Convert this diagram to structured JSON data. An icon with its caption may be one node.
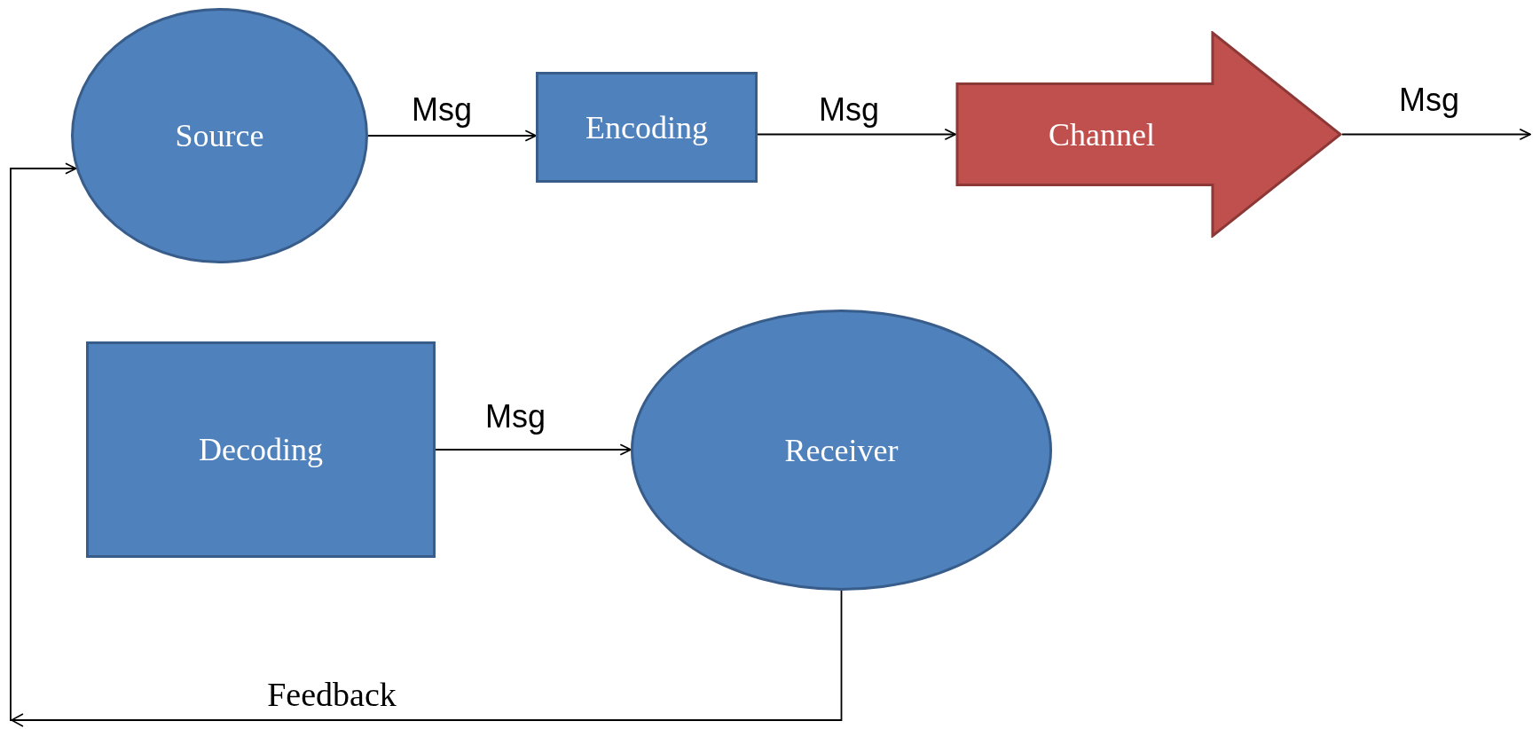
{
  "diagram": {
    "nodes": [
      {
        "text": [
          "Source"
        ]
      },
      {
        "text": [
          "Encoding"
        ]
      },
      {
        "text": [
          "Channel"
        ]
      },
      {
        "text": [
          "Decoding"
        ]
      },
      {
        "text": [
          "Receiver"
        ]
      }
    ],
    "edges": [
      {
        "from": 0,
        "to": 1,
        "arrow": "to",
        "label": "Msg"
      },
      {
        "from": 1,
        "to": 2,
        "arrow": "to",
        "label": "Msg"
      },
      {
        "from": 2,
        "to": null,
        "arrow": "to",
        "label": "Msg"
      },
      {
        "from": 3,
        "to": 4,
        "arrow": "to",
        "label": "Msg"
      },
      {
        "from": 4,
        "to": 0,
        "arrow": "to",
        "label": "Feedback"
      }
    ]
  }
}
